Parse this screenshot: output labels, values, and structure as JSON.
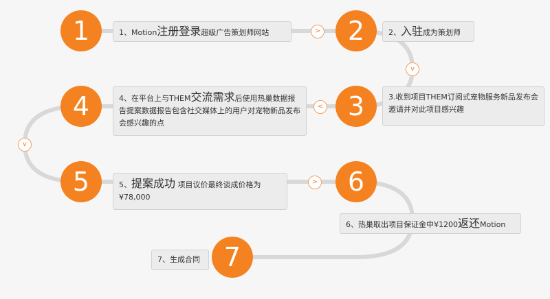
{
  "steps": [
    {
      "number": "1",
      "parts": [
        "1、Motion",
        "注册登录",
        "超级广告策划师网站"
      ]
    },
    {
      "number": "2",
      "parts": [
        "2、",
        "入驻",
        "成为策划师"
      ]
    },
    {
      "number": "3",
      "parts": [
        "3.收到项目THEM订阅式宠物服务新品发布会邀请并对此项目感兴趣"
      ]
    },
    {
      "number": "4",
      "parts": [
        "4、在平台上与THEM",
        "交流需求",
        "后使用热巢数据报告提案数据报告包含社交媒体上的用户对宠物新品发布会感兴趣的点"
      ]
    },
    {
      "number": "5",
      "parts": [
        "5、",
        "提案成功",
        " 项目议价最终谈成价格为¥78,000"
      ]
    },
    {
      "number": "6",
      "parts": [
        "6、热巢取出项目保证金中¥1200",
        "返还",
        "Motion"
      ]
    },
    {
      "number": "7",
      "parts": [
        "7、生成合同"
      ]
    }
  ],
  "arrows": [
    ">",
    "v",
    "<",
    "v",
    ">"
  ],
  "colors": {
    "accent": "#f58220",
    "line": "#d8d8d8"
  }
}
